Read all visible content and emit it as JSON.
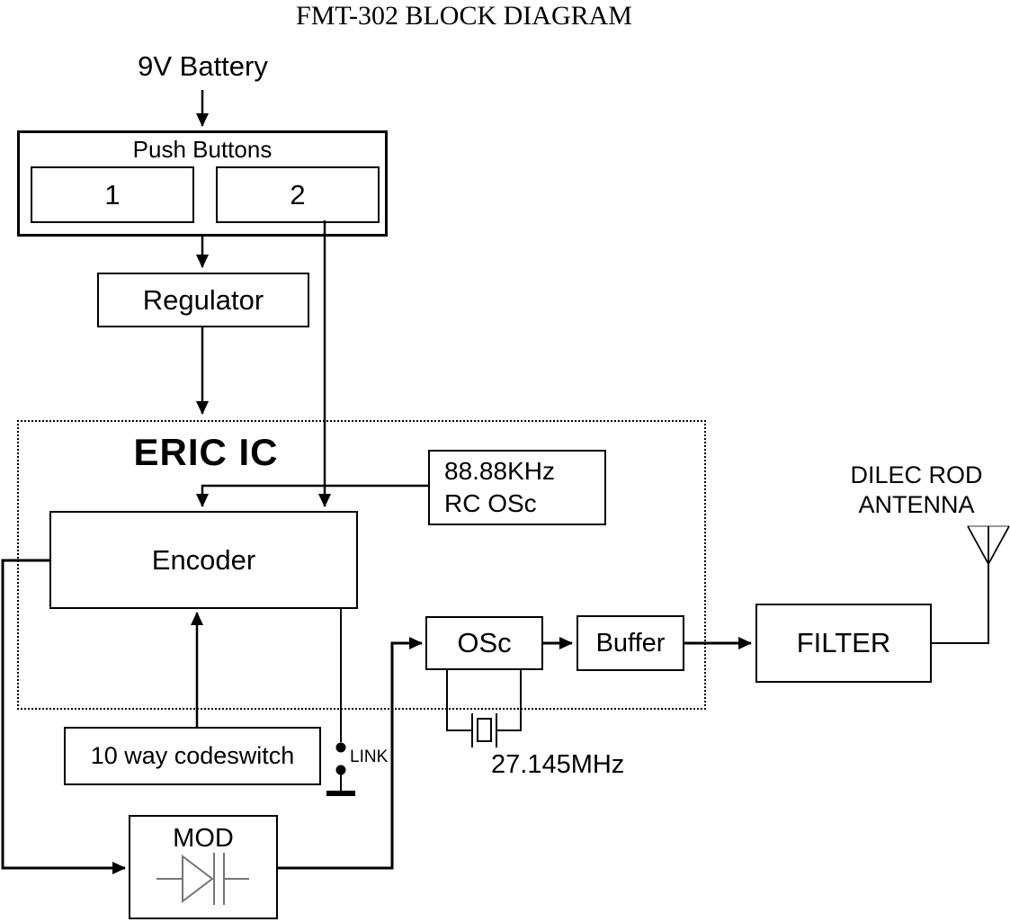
{
  "title": "FMT-302 BLOCK DIAGRAM",
  "colors": {
    "ink": "#000000",
    "background": "#ffffff",
    "symbol_gray": "#757575"
  },
  "diagram": {
    "battery": {
      "label": "9V Battery"
    },
    "push_buttons": {
      "title": "Push Buttons",
      "button1_label": "1",
      "button2_label": "2"
    },
    "regulator": {
      "label": "Regulator"
    },
    "eric_ic": {
      "label": "ERIC IC"
    },
    "rc_osc": {
      "freq": "88.88KHz",
      "name": "RC OSc"
    },
    "encoder": {
      "label": "Encoder"
    },
    "codeswitch": {
      "label": "10 way codeswitch"
    },
    "link": {
      "label": "LINK"
    },
    "mod": {
      "label": "MOD"
    },
    "osc": {
      "label": "OSc"
    },
    "buffer": {
      "label": "Buffer"
    },
    "filter": {
      "label": "FILTER"
    },
    "crystal": {
      "label": "27.145MHz"
    },
    "antenna": {
      "line1": "DILEC ROD",
      "line2": "ANTENNA"
    }
  }
}
